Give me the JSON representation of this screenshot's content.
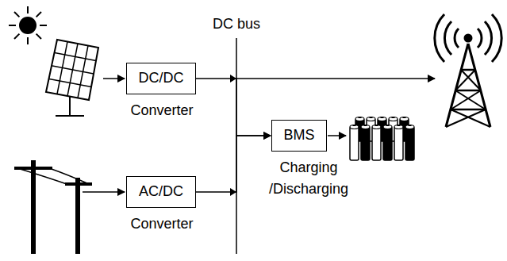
{
  "diagram": {
    "nodes": [
      {
        "text": [
          "DC/DC",
          "Converter"
        ]
      },
      {
        "text": [
          "BMS",
          "Charging /Discharging"
        ]
      },
      {
        "text": [
          "AC/DC",
          "Converter"
        ]
      }
    ],
    "edges": [
      {
        "from": 0,
        "to": 1,
        "arrow": "to"
      },
      {
        "from": 2,
        "to": 1,
        "arrow": "to"
      }
    ],
    "labels": [
      "DC bus"
    ]
  }
}
